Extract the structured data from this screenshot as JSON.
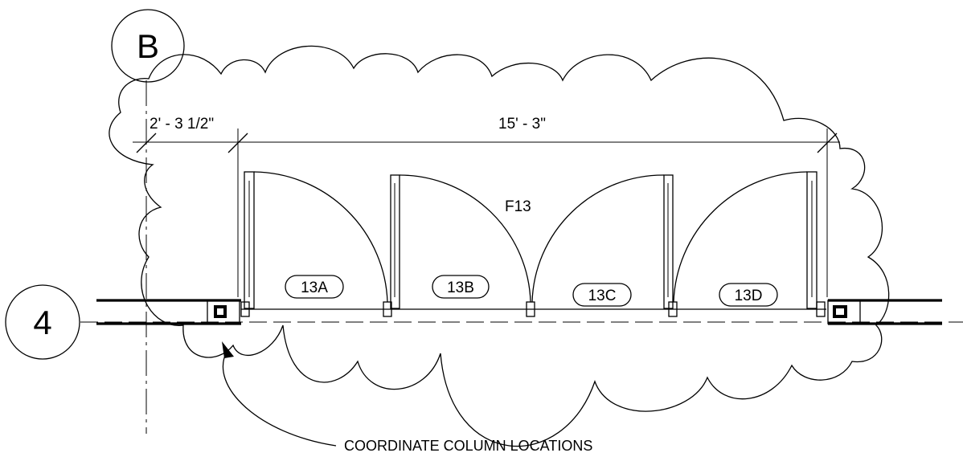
{
  "grid_bubbles": {
    "column": "B",
    "row": "4"
  },
  "dimensions": {
    "left": "2' - 3 1/2\"",
    "right": "15' - 3\""
  },
  "room_tag": "F13",
  "doors": [
    "13A",
    "13B",
    "13C",
    "13D"
  ],
  "note": "COORDINATE COLUMN LOCATIONS"
}
